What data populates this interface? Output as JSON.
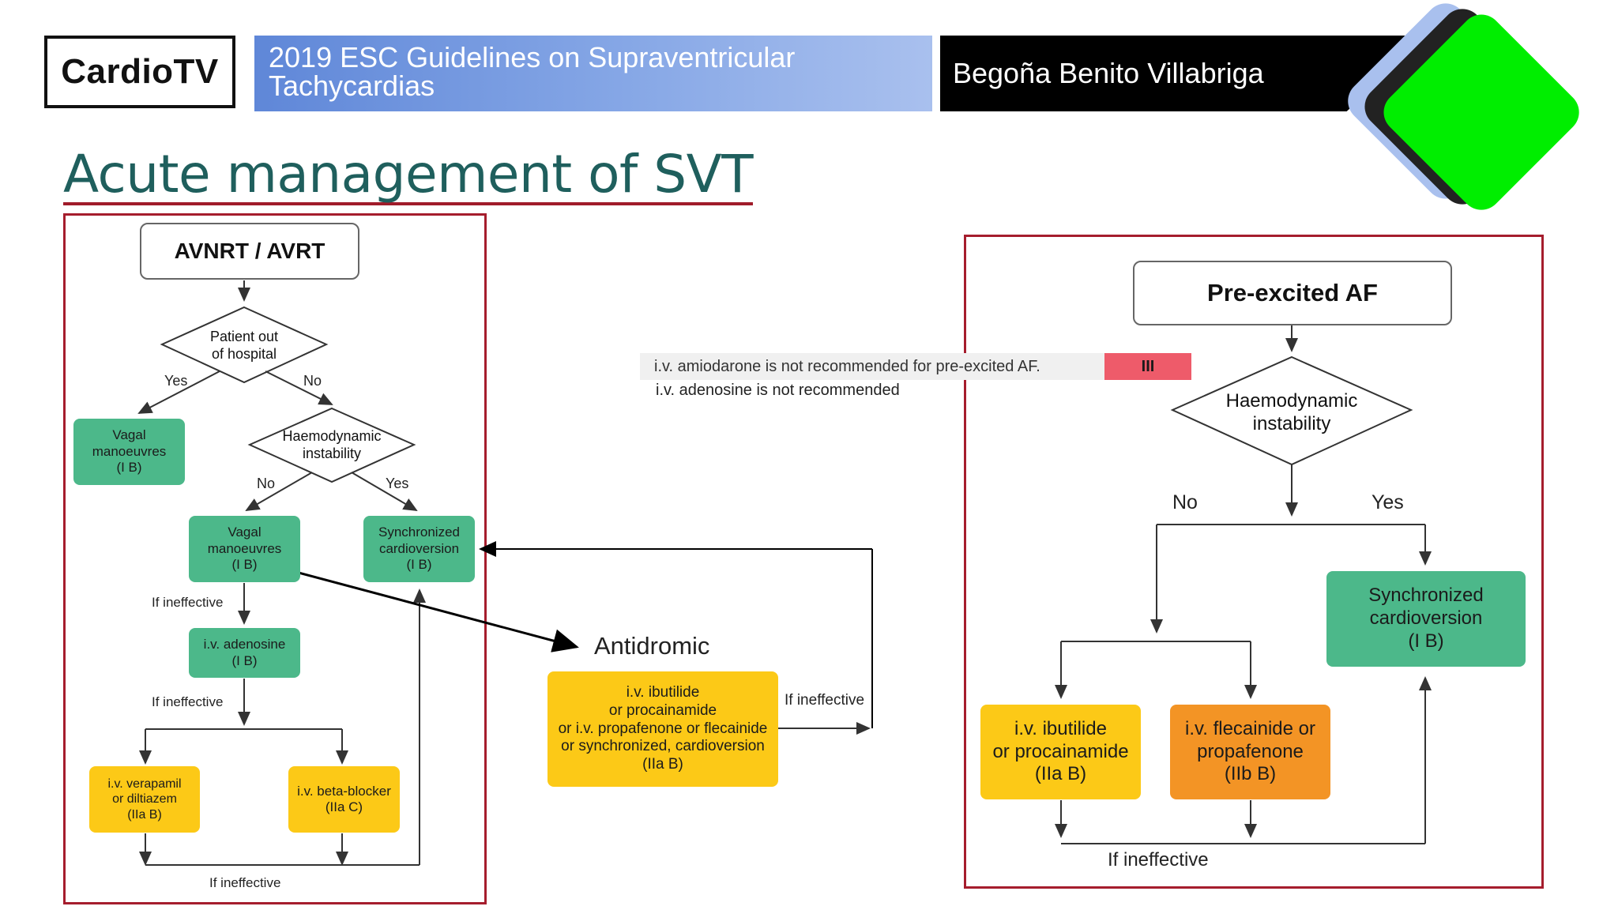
{
  "header": {
    "logo": "CardioTV",
    "title_line1": "2019 ESC Guidelines on Supraventricular",
    "title_line2": "Tachycardias",
    "author": "Begoña Benito Villabriga",
    "accent_colors": [
      "#a9c0ee",
      "#222222",
      "#00ee00"
    ]
  },
  "slide_title": "Acute management of SVT",
  "left_chart": {
    "root": "AVNRT / AVRT",
    "decision1_l1": "Patient out",
    "decision1_l2": "of hospital",
    "yes1": "Yes",
    "no1": "No",
    "vagal_l1": "Vagal",
    "vagal_l2": "manoeuvres",
    "vagal_l3": "(I B)",
    "decision2_l1": "Haemodynamic",
    "decision2_l2": "instability",
    "no2": "No",
    "yes2": "Yes",
    "vagal2_l1": "Vagal",
    "vagal2_l2": "manoeuvres",
    "vagal2_l3": "(I B)",
    "sync_l1": "Synchronized",
    "sync_l2": "cardioversion",
    "sync_l3": "(I B)",
    "if_ineffective1": "If ineffective",
    "adenosine_l1": "i.v. adenosine",
    "adenosine_l2": "(I B)",
    "if_ineffective2": "If ineffective",
    "verapamil_l1": "i.v. verapamil",
    "verapamil_l2": "or diltiazem",
    "verapamil_l3": "(IIa B)",
    "beta_l1": "i.v. beta-blocker",
    "beta_l2": "(IIa C)",
    "if_ineffective3": "If ineffective"
  },
  "middle": {
    "recommendation_text": "i.v. amiodarone is not recommended for pre-excited AF.",
    "recommendation_class": "III",
    "adenosine_note": "i.v. adenosine is not recommended",
    "antidromic": "Antidromic",
    "ibutilide_l1": "i.v. ibutilide",
    "ibutilide_l2": "or procainamide",
    "ibutilide_l3": "or i.v. propafenone or flecainide",
    "ibutilide_l4": "or synchronized, cardioversion",
    "ibutilide_l5": "(IIa B)",
    "if_ineffective": "If ineffective"
  },
  "right_chart": {
    "root": "Pre-excited AF",
    "decision_l1": "Haemodynamic",
    "decision_l2": "instability",
    "no": "No",
    "yes": "Yes",
    "sync_l1": "Synchronized",
    "sync_l2": "cardioversion",
    "sync_l3": "(I B)",
    "ibutilide_l1": "i.v. ibutilide",
    "ibutilide_l2": "or procainamide",
    "ibutilide_l3": "(IIa B)",
    "flecainide_l1": "i.v. flecainide or",
    "flecainide_l2": "propafenone",
    "flecainide_l3": "(IIb B)",
    "if_ineffective": "If ineffective"
  }
}
